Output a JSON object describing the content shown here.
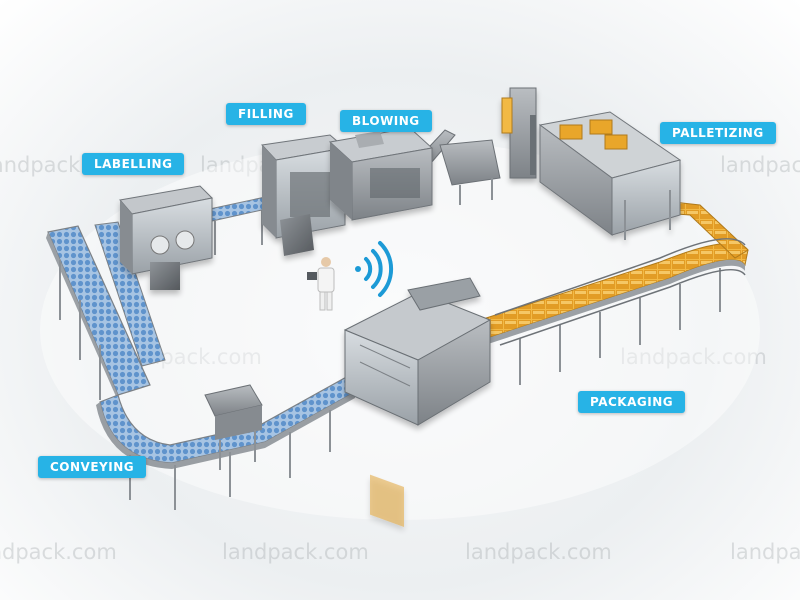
{
  "stages": {
    "filling": "FILLING",
    "blowing": "BLOWING",
    "labelling": "LABELLING",
    "palletizing": "PALLETIZING",
    "packaging": "PACKAGING",
    "conveying": "CONVEYING"
  },
  "watermark": "landpack.com",
  "colors": {
    "label_bg": "#27b3e6",
    "bottle_blue": "#6f9fd0",
    "carton_yellow": "#e9a62a",
    "machine_grey": "#8a8f94",
    "wifi_blue": "#1c9ad6"
  },
  "icons": {
    "wireless": "wifi-signal-icon",
    "operator": "operator-figure"
  }
}
